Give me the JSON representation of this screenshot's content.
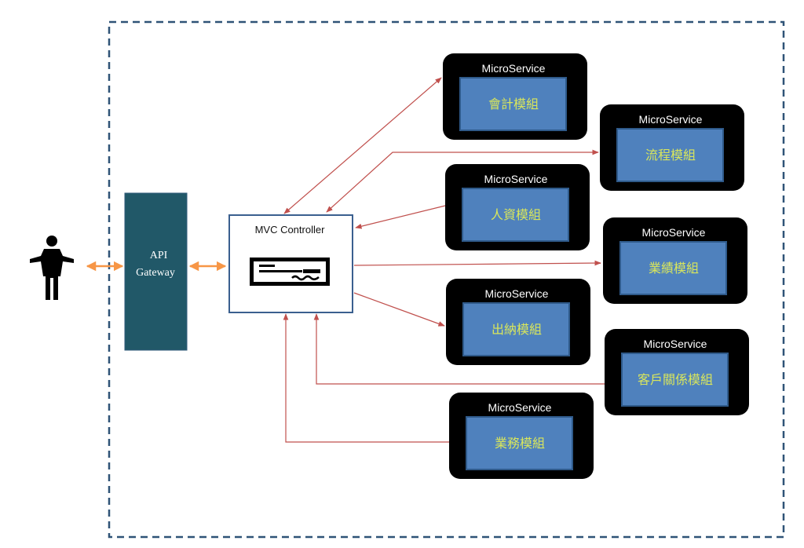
{
  "user": {
    "icon": "person-icon"
  },
  "gateway": {
    "line1": "API",
    "line2": "Gateway",
    "color": "#215868"
  },
  "controller": {
    "title": "MVC Controller",
    "icon": "document-card-icon"
  },
  "colors": {
    "boundary": "#2f5377",
    "connector": "#c0504d",
    "client_link": "#f79646",
    "module_fill": "#4f81bd",
    "module_text": "#d9e65c"
  },
  "microservices": [
    {
      "title": "MicroService",
      "module": "會計模組"
    },
    {
      "title": "MicroService",
      "module": "流程模組"
    },
    {
      "title": "MicroService",
      "module": "人資模組"
    },
    {
      "title": "MicroService",
      "module": "業績模組"
    },
    {
      "title": "MicroService",
      "module": "出納模組"
    },
    {
      "title": "MicroService",
      "module": "客戶關係模組"
    },
    {
      "title": "MicroService",
      "module": "業務模組"
    }
  ]
}
